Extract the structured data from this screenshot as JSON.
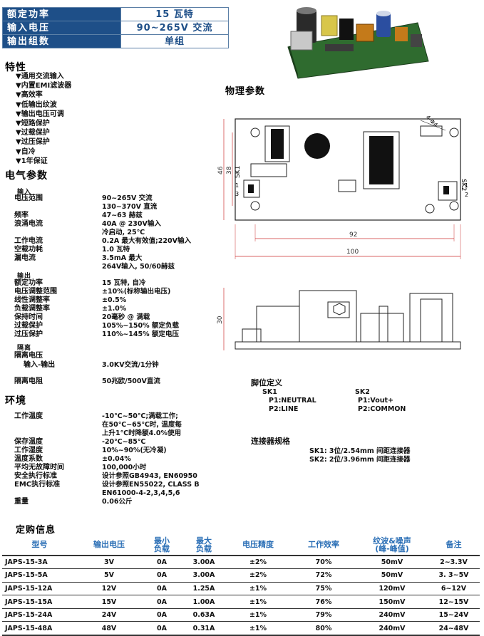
{
  "top_specs": [
    {
      "key": "额定功率",
      "value": "15 瓦特"
    },
    {
      "key": "输入电压",
      "value": "90~265V 交流"
    },
    {
      "key": "输出组数",
      "value": "单组"
    }
  ],
  "features": {
    "title": "特性",
    "items": [
      "▼通用交流输入",
      "▼内置EMI滤波器",
      "▼高效率",
      "▼低输出纹波",
      "▼输出电压可调",
      "▼短路保护",
      "▼过载保护",
      "▼过压保护",
      "▼自冷",
      "▼1年保证"
    ]
  },
  "electrical": {
    "title": "电气参数",
    "input_title": "输入",
    "output_title": "输出",
    "isolation_title": "隔离",
    "rows": [
      {
        "label": "电压范围",
        "value": "90~265V 交流"
      },
      {
        "label": "",
        "value": "130~370V 直流"
      },
      {
        "label": "频率",
        "value": "47~63 赫兹"
      },
      {
        "label": "浪涌电流",
        "value": "40A @ 230V输入"
      },
      {
        "label": "",
        "value": "冷启动, 25℃"
      },
      {
        "label": "工作电流",
        "value": "0.2A 最大有效值;220V输入"
      },
      {
        "label": "空载功耗",
        "value": "1.0 瓦特"
      },
      {
        "label": "漏电流",
        "value": "3.5mA 最大"
      },
      {
        "label": "",
        "value": "264V输入, 50/60赫兹"
      },
      {
        "label": "额定功率",
        "value": "15 瓦特, 自冷"
      },
      {
        "label": "电压调整范围",
        "value": "±10%(标称输出电压)"
      },
      {
        "label": "线性调整率",
        "value": "±0.5%"
      },
      {
        "label": "负载调整率",
        "value": "±1.0%"
      },
      {
        "label": "保持时间",
        "value": "20毫秒 @ 满载"
      },
      {
        "label": "过载保护",
        "value": "105%~150% 额定负载"
      },
      {
        "label": "过压保护",
        "value": "110%~145% 额定电压"
      },
      {
        "label": "隔离电压",
        "value": ""
      },
      {
        "label": "输入-输出",
        "value": "3.0KV交流/1分钟"
      },
      {
        "label": "隔离电阻",
        "value": "50兆欧/500V直流"
      }
    ]
  },
  "environment": {
    "title": "环境",
    "rows": [
      {
        "label": "工作温度",
        "value": "-10℃~50℃;满载工作;"
      },
      {
        "label": "",
        "value": "在50℃~65℃时, 温度每"
      },
      {
        "label": "",
        "value": "上升1℃时降额4.0%使用"
      },
      {
        "label": "保存温度",
        "value": "-20℃~85℃"
      },
      {
        "label": "工作湿度",
        "value": "10%~90%(无冷凝)"
      },
      {
        "label": "温度系数",
        "value": "±0.04%"
      },
      {
        "label": "平均无故障时间",
        "value": "100,000小时"
      },
      {
        "label": "安全执行标准",
        "value": "设计参照GB4943, EN60950"
      },
      {
        "label": "EMC执行标准",
        "value": "设计参照EN55022, CLASS B"
      },
      {
        "label": "",
        "value": "EN61000-4-2,3,4,5,6"
      },
      {
        "label": "重量",
        "value": "0.06公斤"
      }
    ]
  },
  "physical": {
    "title": "物理参数",
    "hole": "4-Φ4",
    "dim_height": "46",
    "dim_inner_height": "38",
    "dim_inner_width": "92",
    "dim_width": "100",
    "dim_side_height": "30",
    "sk1": "SK1",
    "sk2": "SK2",
    "sk1_pins": [
      "1",
      "3"
    ],
    "sk2_pins": [
      "1",
      "2"
    ]
  },
  "pins": {
    "title": "脚位定义",
    "sk1_title": "SK1",
    "sk1_p1": "P1:NEUTRAL",
    "sk1_p2": "P2:LINE",
    "sk2_title": "SK2",
    "sk2_p1": "P1:Vout+",
    "sk2_p2": "P2:COMMON"
  },
  "connectors": {
    "title": "连接器规格",
    "sk1": "SK1: 3位/2.54mm 间距连接器",
    "sk2": "SK2: 2位/3.96mm 间距连接器"
  },
  "order": {
    "title": "定购信息",
    "headers": [
      "型号",
      "输出电压",
      "最小\n负载",
      "最大\n负载",
      "电压精度",
      "工作效率",
      "纹波&噪声\n(峰-峰值)",
      "备注"
    ],
    "rows": [
      [
        "JAPS-15-3A",
        "3V",
        "0A",
        "3.00A",
        "±2%",
        "70%",
        "50mV",
        "2~3.3V"
      ],
      [
        "JAPS-15-5A",
        "5V",
        "0A",
        "3.00A",
        "±2%",
        "72%",
        "50mV",
        "3. 3~5V"
      ],
      [
        "JAPS-15-12A",
        "12V",
        "0A",
        "1.25A",
        "±1%",
        "75%",
        "120mV",
        "6~12V"
      ],
      [
        "JAPS-15-15A",
        "15V",
        "0A",
        "1.00A",
        "±1%",
        "76%",
        "150mV",
        "12~15V"
      ],
      [
        "JAPS-15-24A",
        "24V",
        "0A",
        "0.63A",
        "±1%",
        "79%",
        "240mV",
        "15~24V"
      ],
      [
        "JAPS-15-48A",
        "48V",
        "0A",
        "0.31A",
        "±1%",
        "80%",
        "240mV",
        "24~48V"
      ]
    ]
  }
}
